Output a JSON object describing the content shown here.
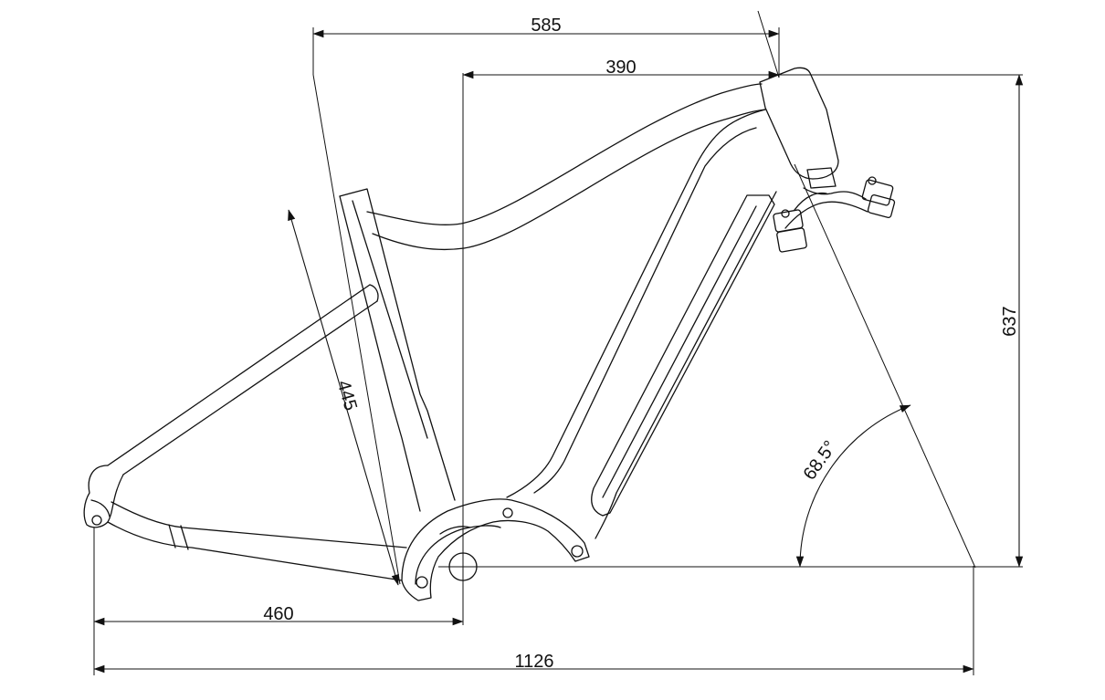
{
  "dimensions": {
    "seat_tube_top_length": "585",
    "reach": "390",
    "stack": "637",
    "seat_tube_length": "445",
    "head_tube_angle": "68.5°",
    "chainstay": "460",
    "wheelbase": "1126"
  },
  "colors": {
    "line": "#111111",
    "background": "#ffffff"
  }
}
